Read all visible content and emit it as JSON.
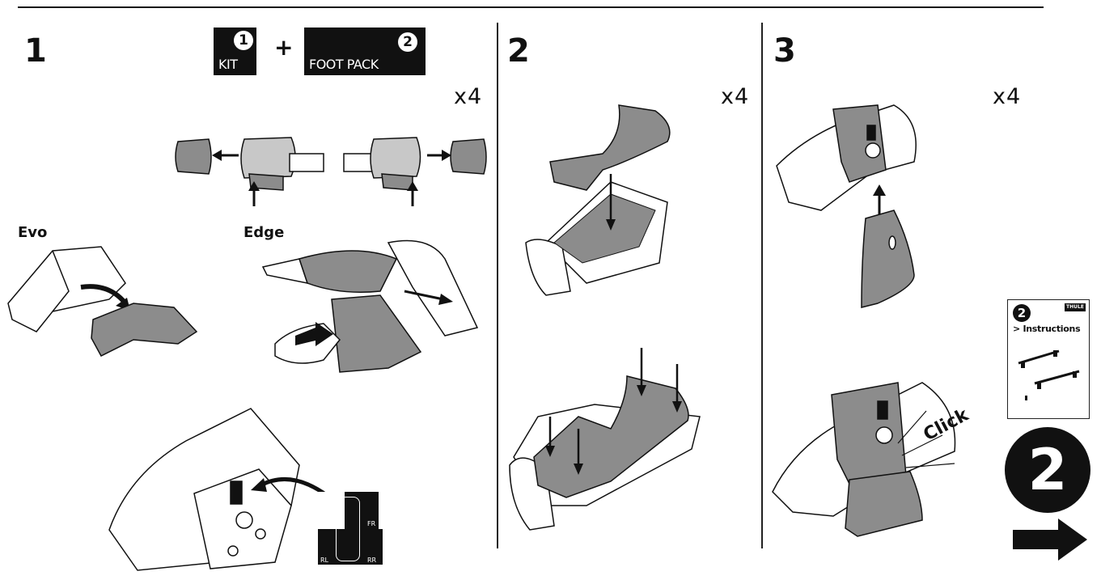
{
  "steps": {
    "one": {
      "number": "1",
      "kit_box": {
        "number": "1",
        "label": "KIT"
      },
      "plus": "+",
      "foot_pack_box": {
        "number": "2",
        "label": "FOOT PACK"
      },
      "multiplier": "x4",
      "evo_label": "Evo",
      "edge_label": "Edge",
      "position_labels": {
        "front_right": "FR",
        "rear_left": "RL",
        "rear_right": "RR"
      }
    },
    "two": {
      "number": "2",
      "multiplier": "x4"
    },
    "three": {
      "number": "3",
      "multiplier": "x4",
      "click_text": "Click"
    }
  },
  "next": {
    "booklet_number": "2",
    "booklet_brand": "THULE",
    "booklet_title": "> Instructions",
    "next_step_number": "2"
  },
  "colors": {
    "ink": "#111111",
    "part_gray": "#8c8c8c",
    "light_gray": "#c8c8c8",
    "paper": "#ffffff"
  },
  "icons": [
    "arrow-right-icon",
    "arrow-left-icon",
    "arrow-up-icon",
    "arrow-down-icon",
    "curved-arrow-icon",
    "roof-rack-icon",
    "car-topview-icon"
  ]
}
